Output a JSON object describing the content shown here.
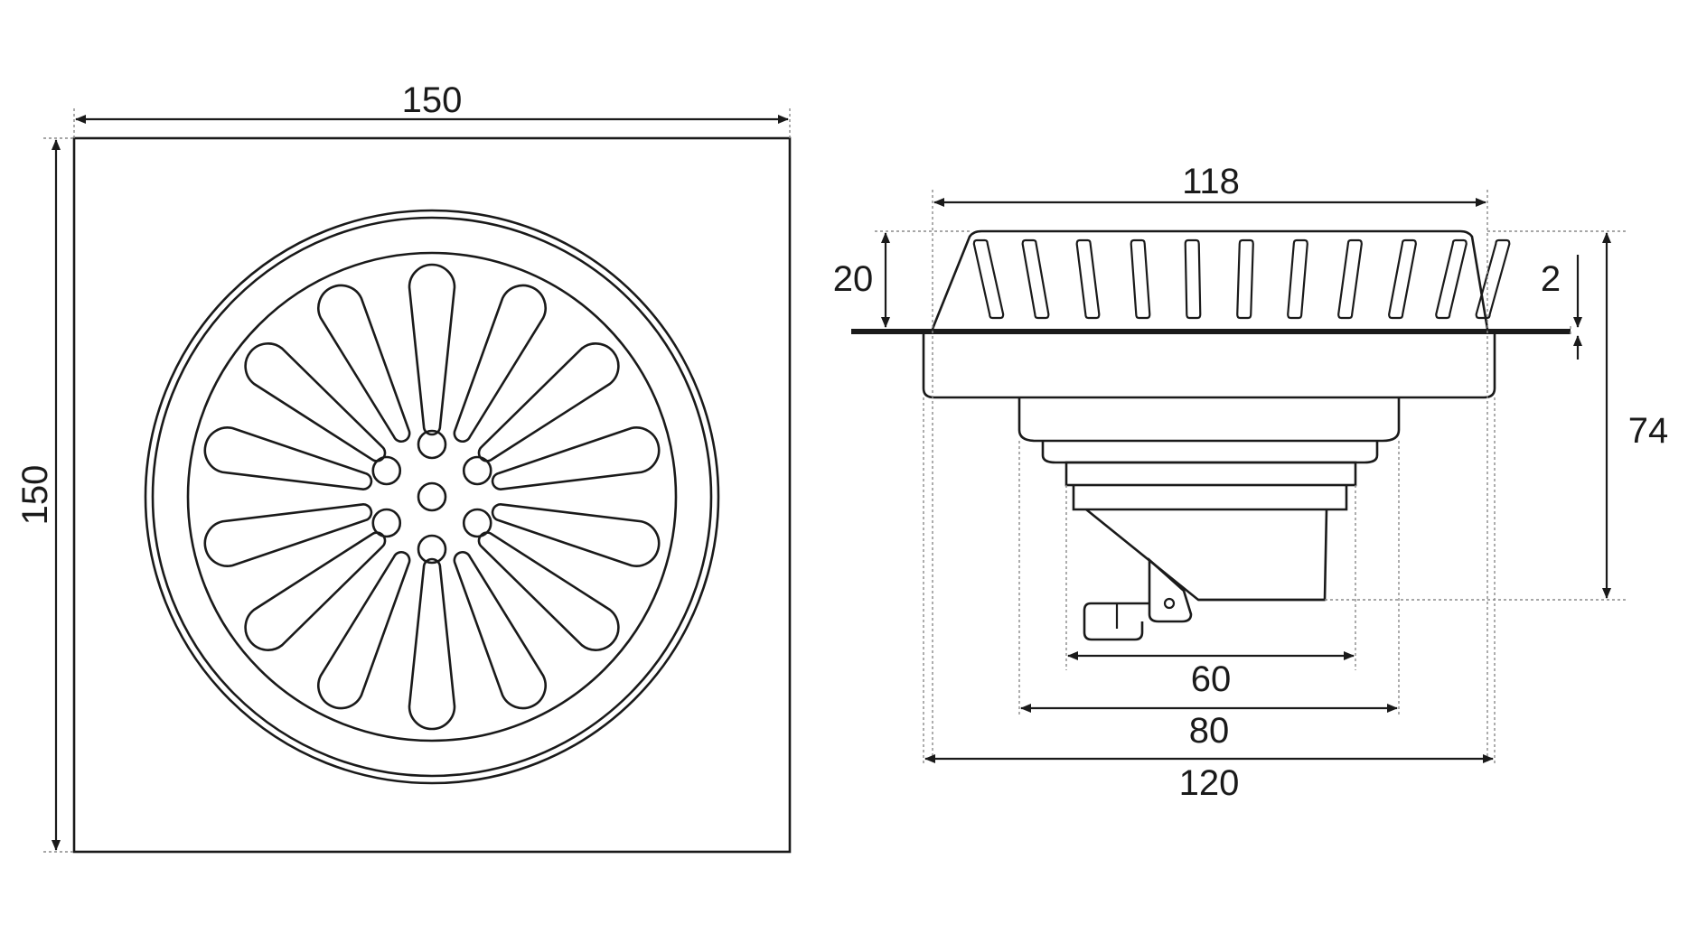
{
  "dimensions": {
    "top_width": "150",
    "top_height": "150",
    "grate_width": "118",
    "grate_height": "20",
    "slab_thickness": "2",
    "total_height": "74",
    "outlet_60": "60",
    "body_80": "80",
    "flange_width": "120"
  },
  "colors": {
    "line": "#1a1a1a",
    "extension": "#8a8a8a",
    "background": "#ffffff"
  }
}
